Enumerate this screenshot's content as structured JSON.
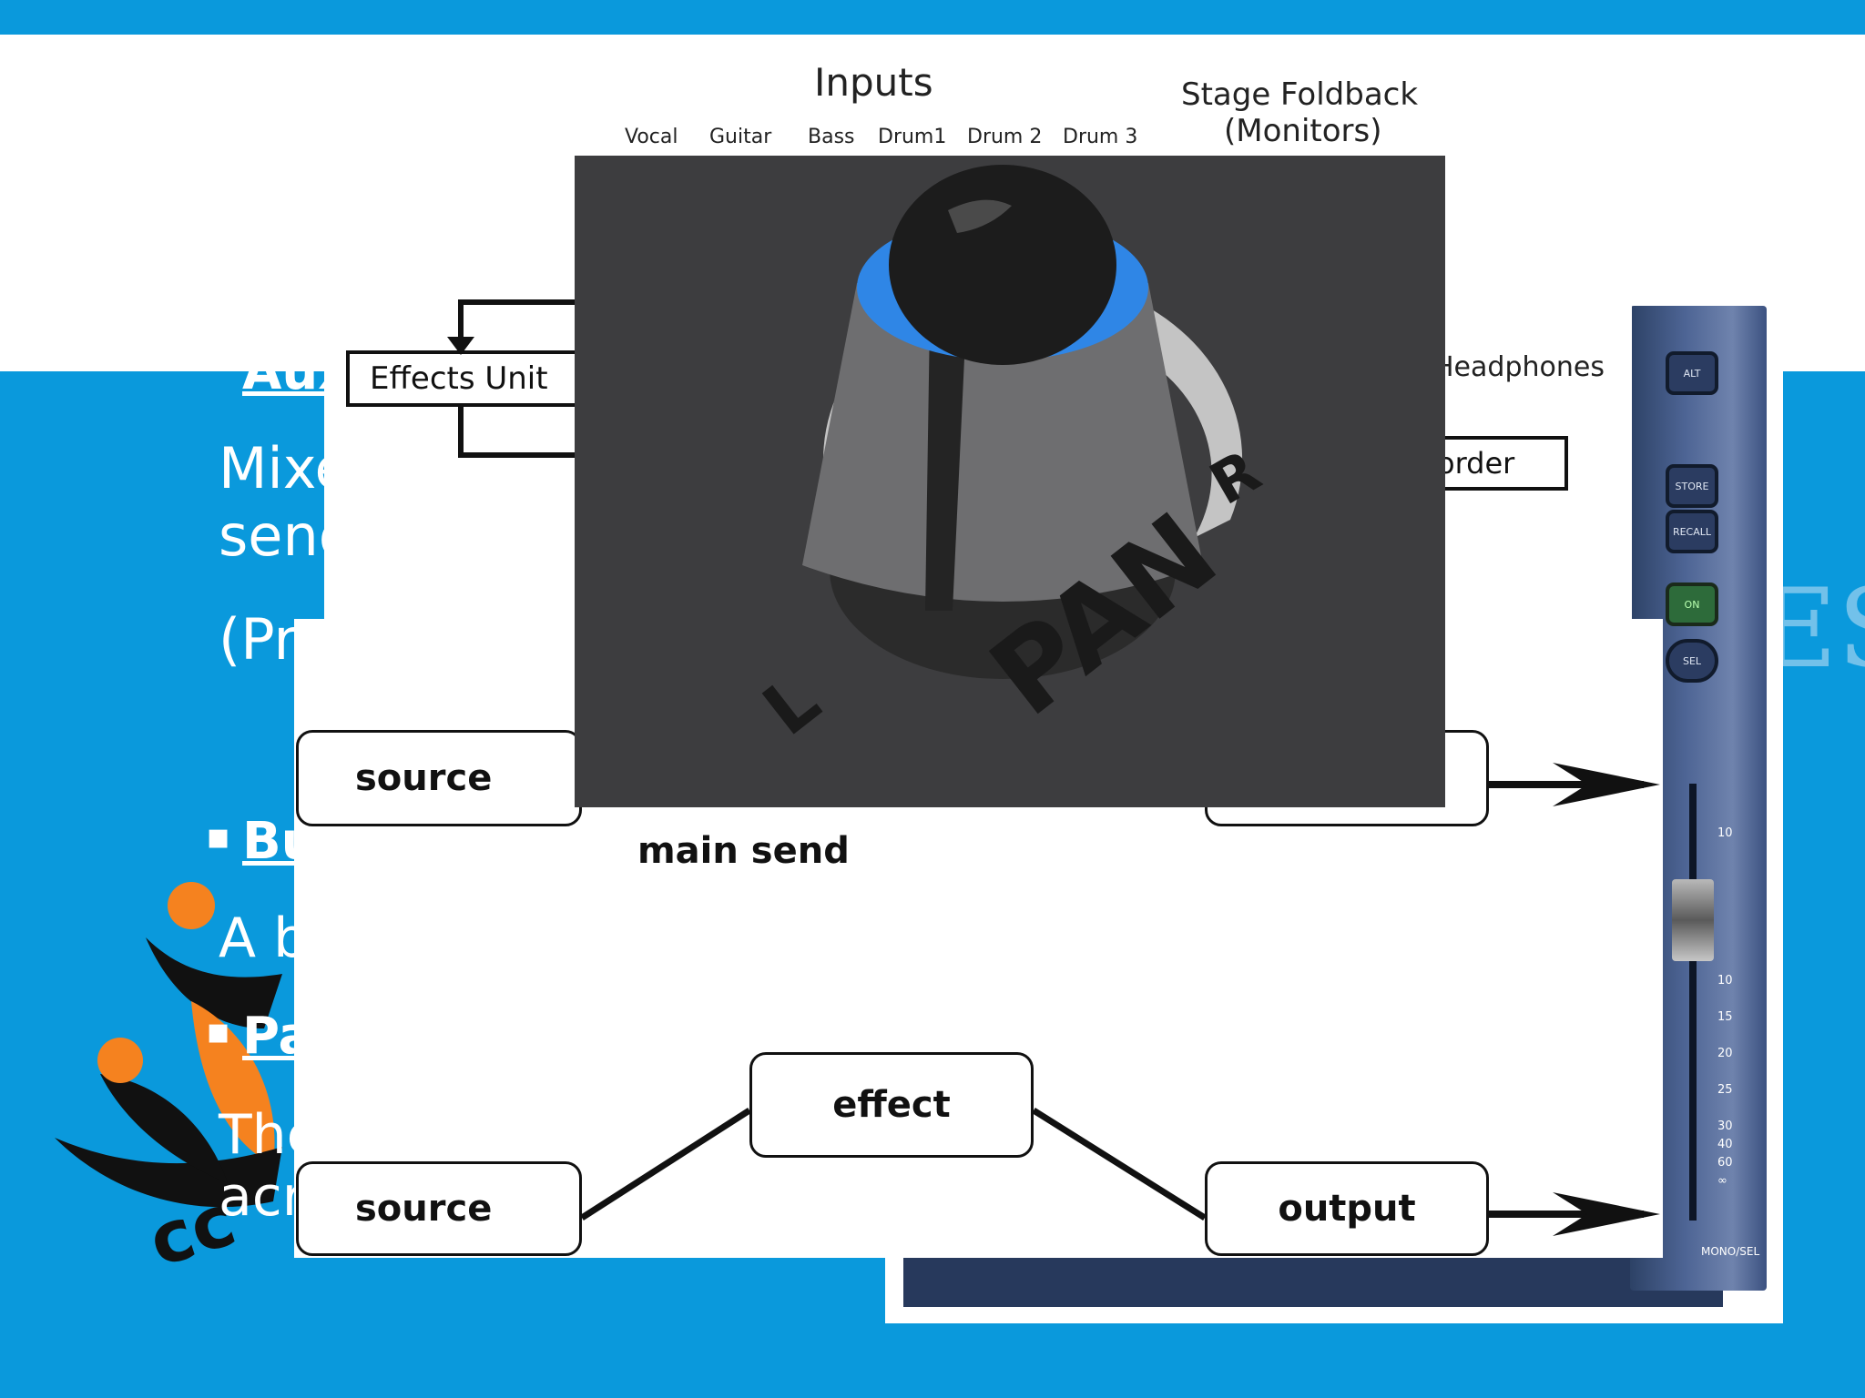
{
  "slide": {
    "heading_aux": "Aux",
    "para_mixer_1": "Mixe",
    "para_mixer_2": "send",
    "para_pre": "(Pr",
    "heading_bus": "Bu",
    "para_bus": "A b",
    "heading_pan": "Pa",
    "para_pan_1": "The",
    "para_pan_2": "acr",
    "logo_letters": "cc",
    "right_letters": "ES"
  },
  "routing_diagram": {
    "inputs_title": "Inputs",
    "inputs": [
      "Vocal",
      "Guitar",
      "Bass",
      "Drum1",
      "Drum 2",
      "Drum 3"
    ],
    "foldback_title_1": "Stage Foldback",
    "foldback_title_2": "(Monitors)",
    "effects_unit": "Effects Unit",
    "headphones": "Headphones",
    "recorder": "order"
  },
  "knob_image": {
    "left_label": "L",
    "right_label": "R",
    "pan_label": "PAN",
    "ring_color": "#2f86e6"
  },
  "signal_diagram": {
    "source_top": "source",
    "main_send": "main send",
    "effect": "effect",
    "source_bottom": "source",
    "output": "output"
  },
  "fader_panel": {
    "buttons": [
      "ALT",
      "STORE",
      "RECALL",
      "ON",
      "SEL"
    ],
    "scale": [
      "10",
      "10",
      "15",
      "20",
      "25",
      "30",
      "40",
      "60",
      "∞"
    ],
    "bottom_label": "MONO/SEL"
  }
}
